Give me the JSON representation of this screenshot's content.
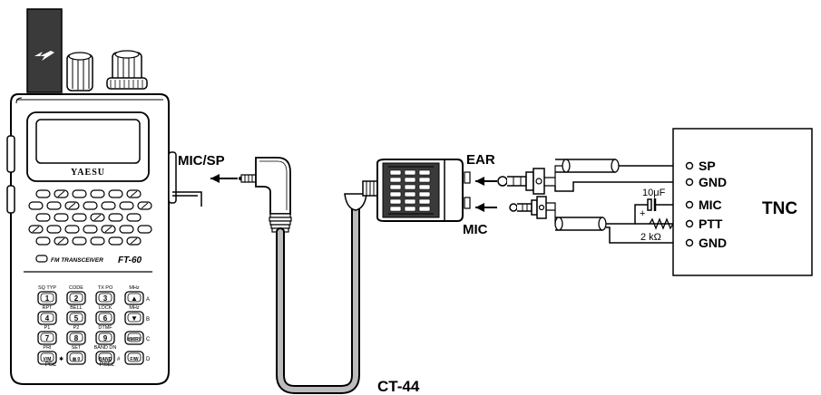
{
  "radio": {
    "brand": "YAESU",
    "model_badge": "FM TRANSCEIVER",
    "model": "FT-60",
    "keys": [
      {
        "top": "SQ TYP",
        "face": "1",
        "side": ""
      },
      {
        "top": "CODE",
        "face": "2",
        "side": ""
      },
      {
        "top": "TX PO",
        "face": "3",
        "side": ""
      },
      {
        "top": "MHz",
        "face": "▲",
        "side": "A"
      },
      {
        "top": "RPT",
        "face": "4",
        "side": ""
      },
      {
        "top": "BELL",
        "face": "5",
        "side": ""
      },
      {
        "top": "LOCK",
        "face": "6",
        "side": ""
      },
      {
        "top": "MHz",
        "face": "▼",
        "side": "B"
      },
      {
        "top": "P1",
        "face": "7",
        "side": ""
      },
      {
        "top": "P2",
        "face": "8",
        "side": ""
      },
      {
        "top": "DTMF",
        "face": "9",
        "side": ""
      },
      {
        "top": "",
        "face": "HM/RV",
        "side": "C"
      },
      {
        "top": "PRI",
        "face": "V/M",
        "side": "✱"
      },
      {
        "top": "SET",
        "face": "⊠ 0",
        "side": ""
      },
      {
        "top": "BAND DN",
        "face": "BAND",
        "side": "#"
      },
      {
        "top": "",
        "face": "F/W",
        "side": "D"
      }
    ],
    "bottom_labels": [
      "PSC",
      "P.SEL"
    ]
  },
  "labels": {
    "mic_sp": "MIC/SP",
    "ear": "EAR",
    "mic": "MIC",
    "cable": "CT-44",
    "tnc": "TNC",
    "capacitor": "10μF",
    "plus": "+",
    "resistor": "2 kΩ"
  },
  "tnc_pins": [
    "SP",
    "GND",
    "MIC",
    "PTT",
    "GND"
  ]
}
